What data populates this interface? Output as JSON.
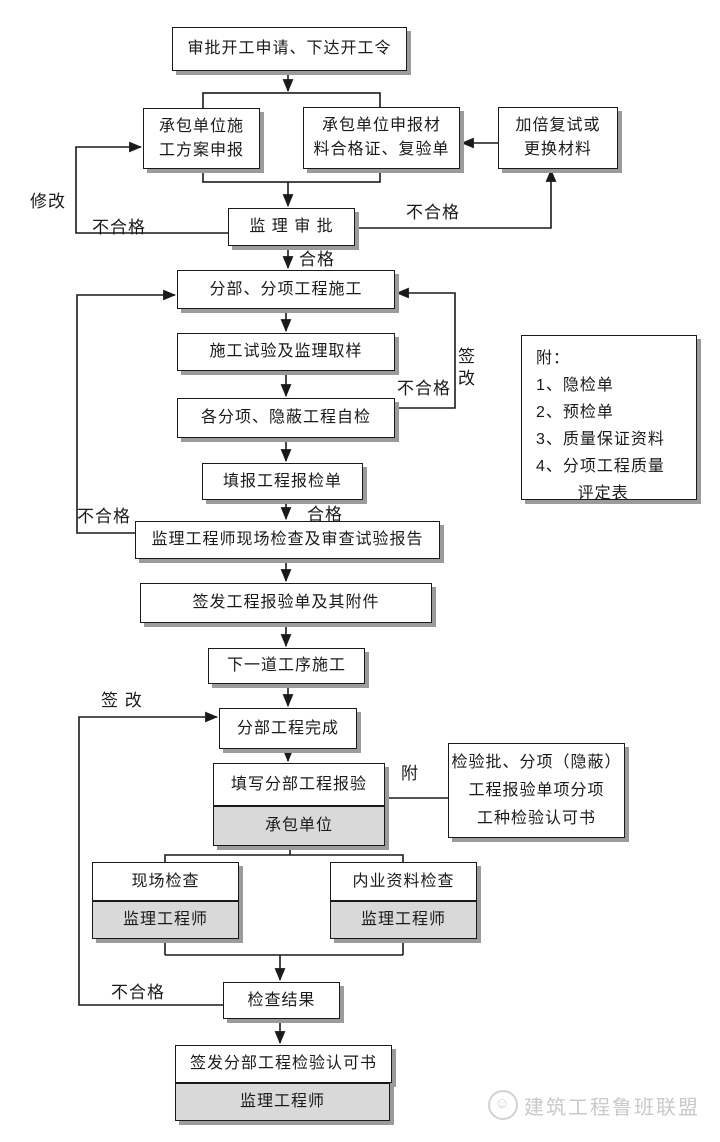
{
  "nodes": {
    "approve_start": {
      "label": "审批开工申请、下达开工令"
    },
    "contractor_plan": {
      "lines": [
        "承包单位施",
        "工方案申报"
      ]
    },
    "contractor_materials": {
      "lines": [
        "承包单位申报材",
        "料合格证、复验单"
      ]
    },
    "retest": {
      "lines": [
        "加倍复试或",
        "更换材料"
      ]
    },
    "supervisor_approval": {
      "label": "监 理 审 批"
    },
    "sub_construction": {
      "label": "分部、分项工程施工"
    },
    "test_sampling": {
      "label": "施工试验及监理取样"
    },
    "self_inspection": {
      "label": "各分项、隐蔽工程自检"
    },
    "fill_inspection_form": {
      "label": "填报工程报检单"
    },
    "site_check_report": {
      "label": "监理工程师现场检查及审查试验报告"
    },
    "issue_inspection_form": {
      "label": "签发工程报验单及其附件"
    },
    "next_process": {
      "label": "下一道工序施工"
    },
    "division_complete": {
      "label": "分部工程完成"
    },
    "fill_division_report": {
      "label": "填写分部工程报验",
      "owner": "承包单位"
    },
    "attachment_note": {
      "lines": [
        "检验批、分项（隐蔽）",
        "工程报验单项分项",
        "工种检验认可书"
      ]
    },
    "site_check": {
      "label": "现场检查",
      "owner": "监理工程师"
    },
    "doc_check": {
      "label": "内业资料检查",
      "owner": "监理工程师"
    },
    "check_result": {
      "label": "检查结果"
    },
    "issue_certificate": {
      "label": "签发分部工程检验认可书",
      "owner": "监理工程师"
    }
  },
  "attachment_list": {
    "lines": [
      "附：",
      "1、隐检单",
      "2、预检单",
      "3、质量保证资料",
      "4、分项工程质量",
      "评定表"
    ]
  },
  "edge_labels": {
    "modify": "修改",
    "fail_to_plan": "不合格",
    "pass_approval": "合格",
    "fail_to_retest": "不合格",
    "fail_self_inspection": "不合格",
    "sign_modify_vertical": {
      "lines": [
        "签",
        "改"
      ]
    },
    "pass_form": "合格",
    "fail_site_report": "不合格",
    "sign_modify_bottom": "签 改",
    "fail_check_result": "不合格",
    "attach": "附"
  },
  "edges": [
    {
      "from": "approve_start",
      "to": "contractor_plan / contractor_materials",
      "label": ""
    },
    {
      "from": "contractor_plan / contractor_materials",
      "to": "supervisor_approval",
      "label": ""
    },
    {
      "from": "supervisor_approval",
      "to": "contractor_plan",
      "label": "不合格 / 修改"
    },
    {
      "from": "supervisor_approval",
      "to": "retest",
      "label": "不合格"
    },
    {
      "from": "retest",
      "to": "contractor_materials",
      "label": ""
    },
    {
      "from": "supervisor_approval",
      "to": "sub_construction",
      "label": "合格"
    },
    {
      "from": "sub_construction",
      "to": "test_sampling",
      "label": ""
    },
    {
      "from": "test_sampling",
      "to": "self_inspection",
      "label": ""
    },
    {
      "from": "self_inspection",
      "to": "fill_inspection_form",
      "label": ""
    },
    {
      "from": "self_inspection",
      "to": "sub_construction",
      "label": "不合格 / 签改"
    },
    {
      "from": "fill_inspection_form",
      "to": "site_check_report",
      "label": "合格"
    },
    {
      "from": "site_check_report",
      "to": "sub_construction",
      "label": "不合格"
    },
    {
      "from": "site_check_report",
      "to": "issue_inspection_form",
      "label": ""
    },
    {
      "from": "issue_inspection_form",
      "to": "next_process",
      "label": ""
    },
    {
      "from": "next_process",
      "to": "division_complete",
      "label": ""
    },
    {
      "from": "division_complete",
      "to": "fill_division_report",
      "label": ""
    },
    {
      "from": "fill_division_report",
      "to": "attachment_note",
      "label": "附"
    },
    {
      "from": "fill_division_report",
      "to": "site_check / doc_check",
      "label": ""
    },
    {
      "from": "site_check / doc_check",
      "to": "check_result",
      "label": ""
    },
    {
      "from": "check_result",
      "to": "division_complete",
      "label": "不合格 / 签改"
    },
    {
      "from": "check_result",
      "to": "issue_certificate",
      "label": ""
    }
  ],
  "watermark": {
    "text": "建筑工程鲁班联盟"
  },
  "colors": {
    "line": "#1a1a1a",
    "box_fill": "#ffffff",
    "gray_fill": "#d9d9d9",
    "shadow": "#9b9b9b",
    "watermark": "#c9c9c9"
  }
}
